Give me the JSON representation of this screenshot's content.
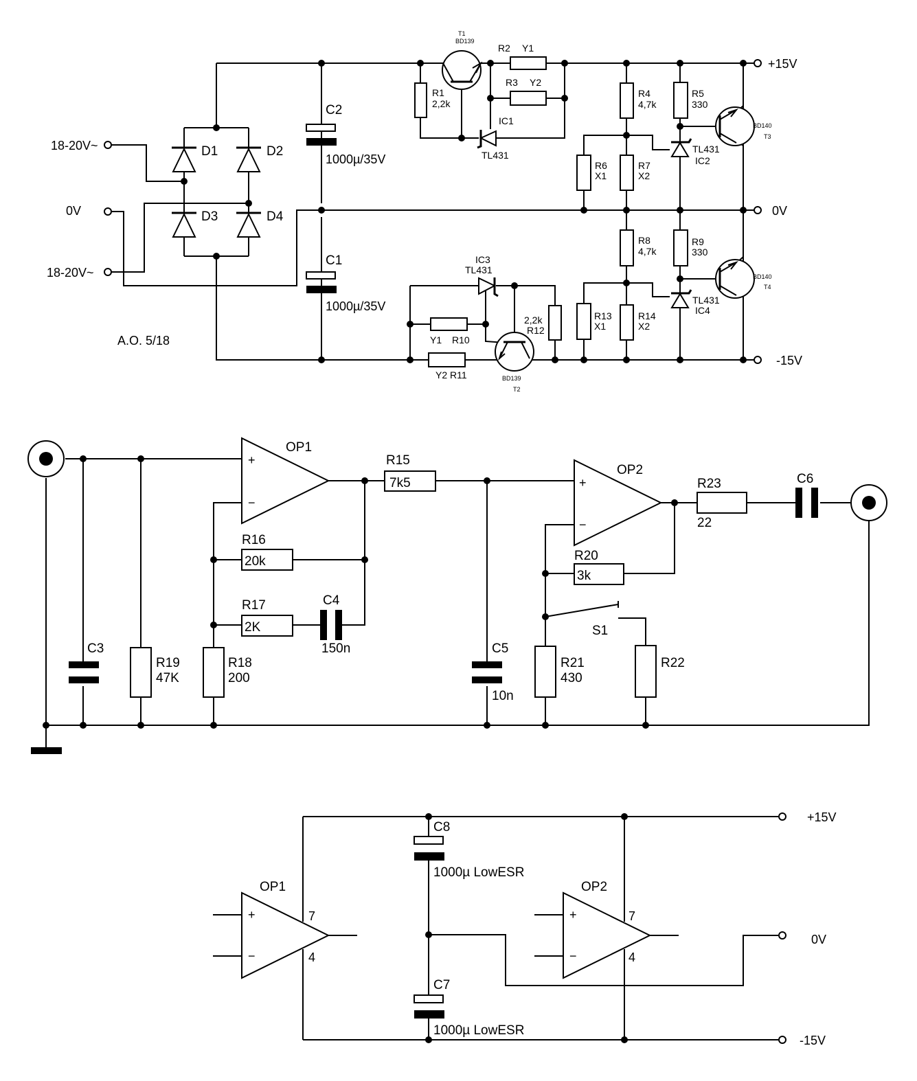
{
  "power_supply": {
    "inputs": {
      "ac1": "18-20V~",
      "zero": "0V",
      "ac2": "18-20V~"
    },
    "outputs": {
      "pos": "+15V",
      "zero": "0V",
      "neg": "-15V"
    },
    "credit": "A.O. 5/18",
    "diodes": [
      "D1",
      "D2",
      "D3",
      "D4"
    ],
    "C2": {
      "ref": "C2",
      "value": "1000µ/35V"
    },
    "C1": {
      "ref": "C1",
      "value": "1000µ/35V"
    },
    "T1": {
      "ref": "T1",
      "type": "BD139"
    },
    "T2": {
      "ref": "T2",
      "type": "BD139"
    },
    "T3": {
      "ref": "T3",
      "type": "BD140"
    },
    "T4": {
      "ref": "T4",
      "type": "BD140"
    },
    "R1": {
      "ref": "R1",
      "value": "2,2k"
    },
    "R2": {
      "ref": "R2",
      "value": "Y1"
    },
    "R3": {
      "ref": "R3",
      "value": "Y2"
    },
    "R4": {
      "ref": "R4",
      "value": "4,7k"
    },
    "R5": {
      "ref": "R5",
      "value": "330"
    },
    "R6": {
      "ref": "R6",
      "value": "X1"
    },
    "R7": {
      "ref": "R7",
      "value": "X2"
    },
    "R8": {
      "ref": "R8",
      "value": "4,7k"
    },
    "R9": {
      "ref": "R9",
      "value": "330"
    },
    "R10": {
      "ref": "R10",
      "value": "Y1"
    },
    "R11": {
      "ref": "R11",
      "value": "Y2"
    },
    "R12": {
      "ref": "R12",
      "value": "2,2k"
    },
    "R13": {
      "ref": "R13",
      "value": "X1"
    },
    "R14": {
      "ref": "R14",
      "value": "X2"
    },
    "IC1": {
      "ref": "IC1",
      "type": "TL431"
    },
    "IC2": {
      "ref": "IC2",
      "type": "TL431"
    },
    "IC3": {
      "ref": "IC3",
      "type": "TL431"
    },
    "IC4": {
      "ref": "IC4",
      "type": "TL431"
    }
  },
  "amplifier": {
    "OP1": "OP1",
    "OP2": "OP2",
    "plus": "+",
    "minus": "−",
    "R15": {
      "ref": "R15",
      "value": "7k5"
    },
    "R16": {
      "ref": "R16",
      "value": "20k"
    },
    "R17": {
      "ref": "R17",
      "value": "2K"
    },
    "R18": {
      "ref": "R18",
      "value": "200"
    },
    "R19": {
      "ref": "R19",
      "value": "47K"
    },
    "R20": {
      "ref": "R20",
      "value": "3k"
    },
    "R21": {
      "ref": "R21",
      "value": "430"
    },
    "R22": {
      "ref": "R22"
    },
    "R23": {
      "ref": "R23",
      "value": "22"
    },
    "C3": {
      "ref": "C3"
    },
    "C4": {
      "ref": "C4",
      "value": "150n"
    },
    "C5": {
      "ref": "C5",
      "value": "10n"
    },
    "C6": {
      "ref": "C6"
    },
    "S1": "S1"
  },
  "supply_wiring": {
    "OP1": "OP1",
    "OP2": "OP2",
    "plus": "+",
    "minus": "−",
    "pin_pos": "7",
    "pin_neg": "4",
    "C8": {
      "ref": "C8",
      "value": "1000µ LowESR"
    },
    "C7": {
      "ref": "C7",
      "value": "1000µ LowESR"
    },
    "outputs": {
      "pos": "+15V",
      "zero": "0V",
      "neg": "-15V"
    }
  }
}
